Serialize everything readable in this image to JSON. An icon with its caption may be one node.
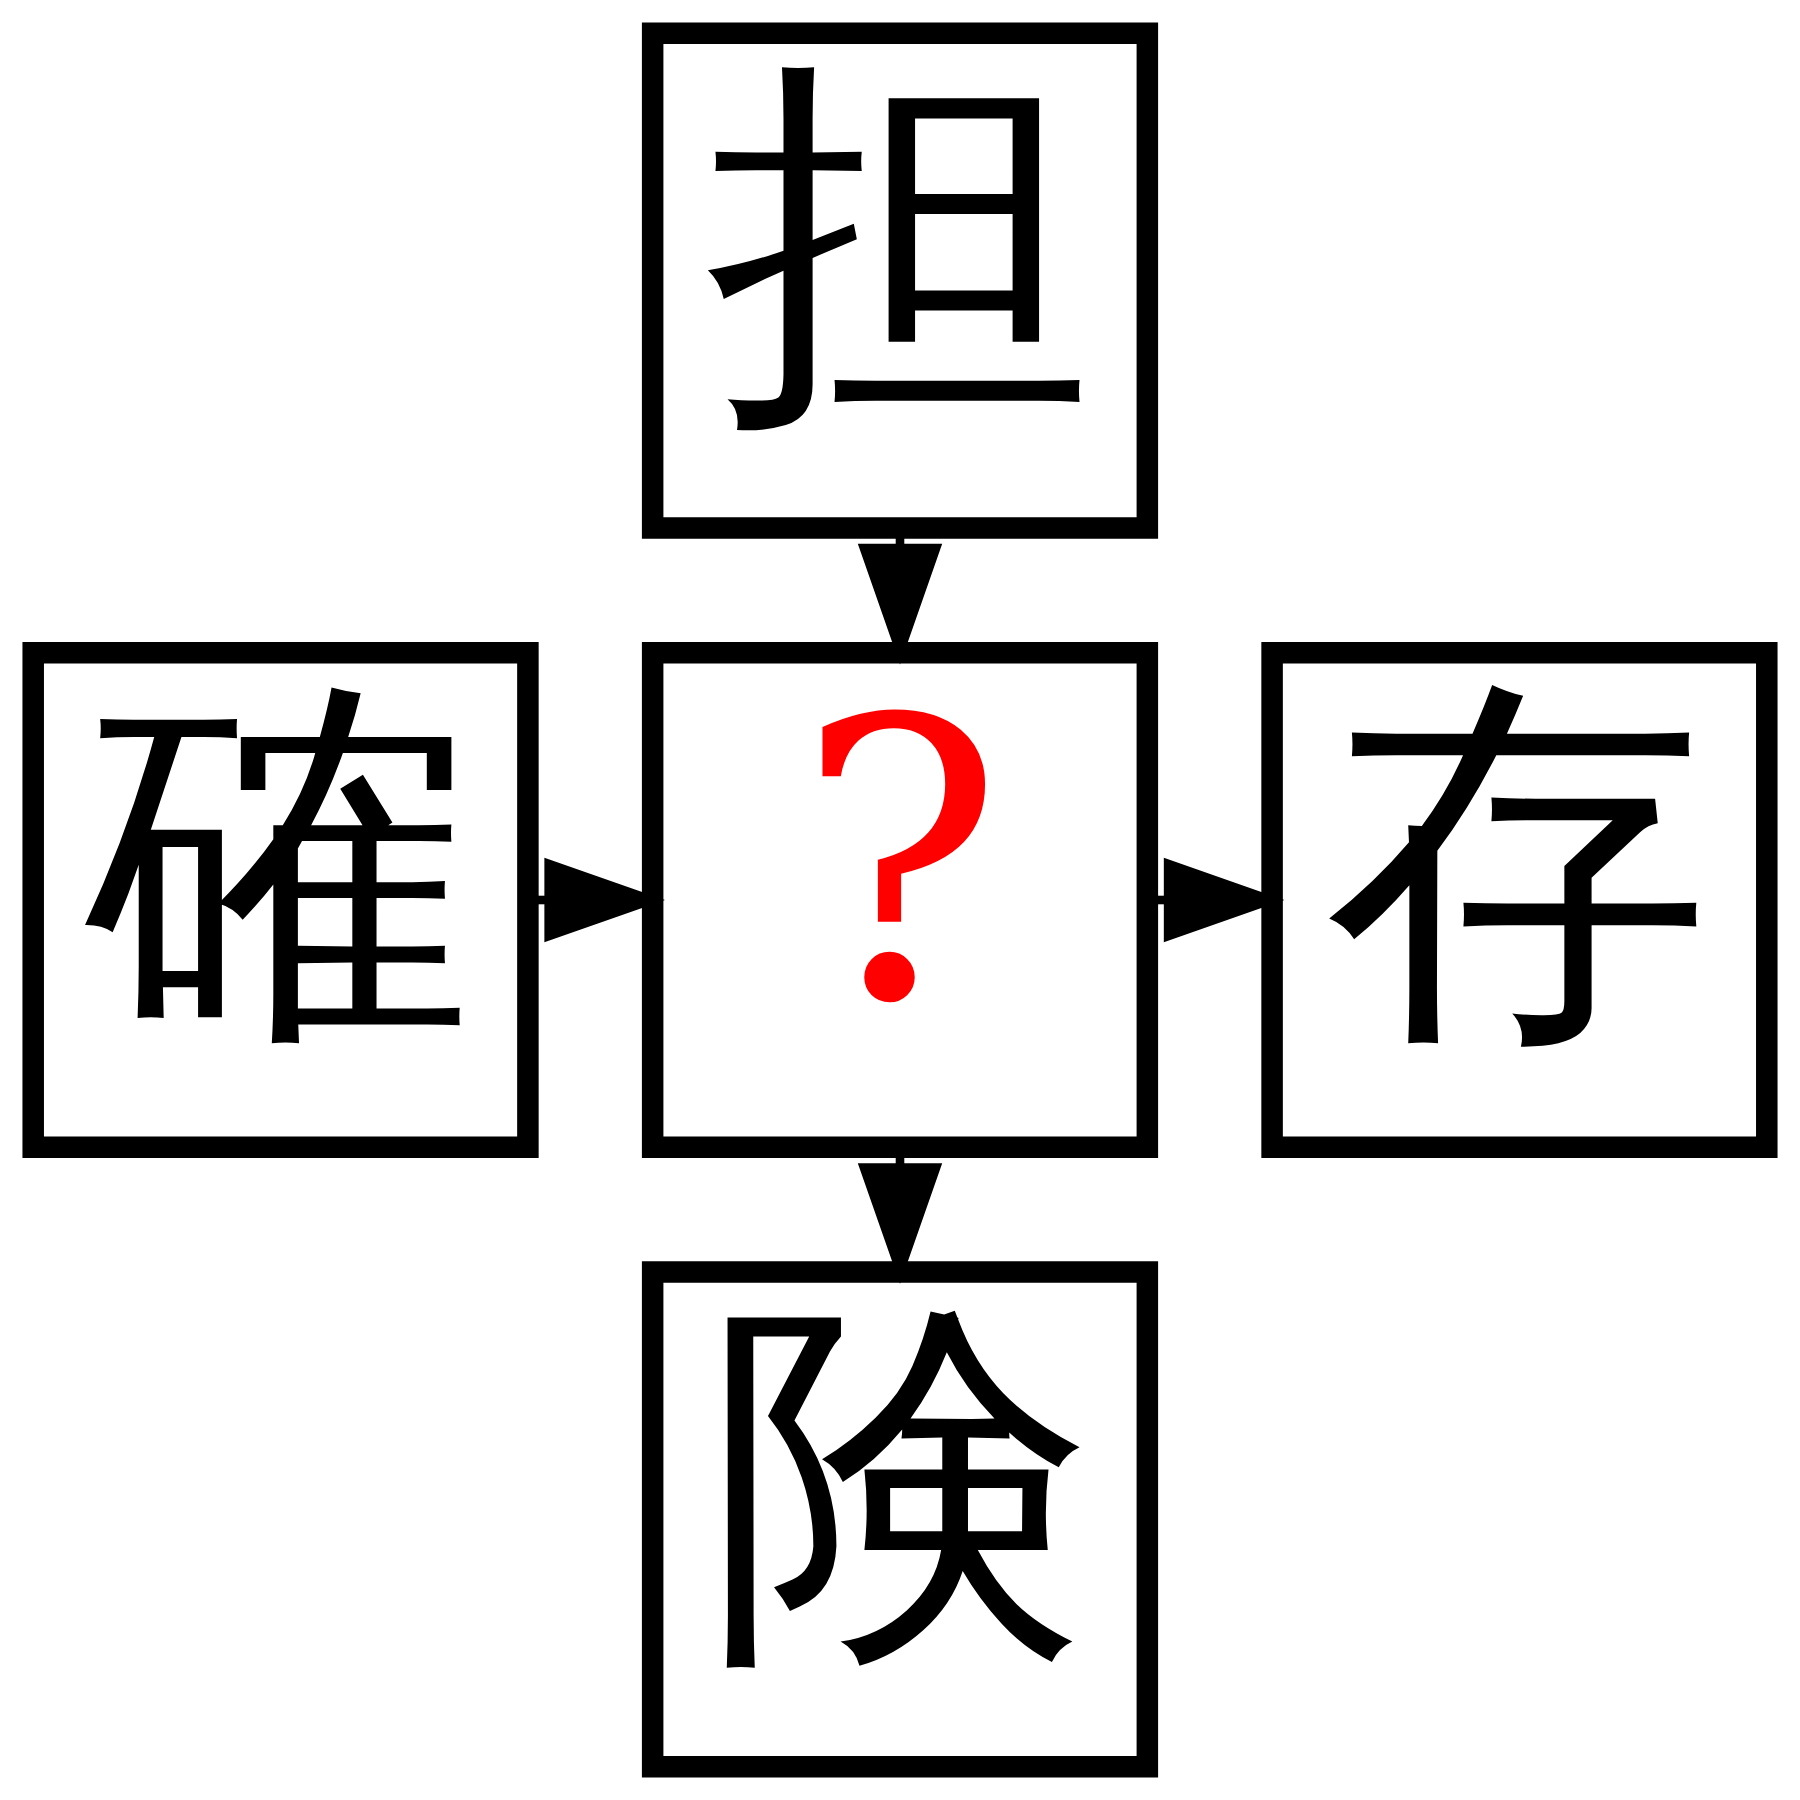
{
  "diagram": {
    "nodes": [
      {
        "text": [
          "担"
        ]
      },
      {
        "text": [
          "確"
        ]
      },
      {
        "text": [
          "?"
        ]
      },
      {
        "text": [
          "存"
        ]
      },
      {
        "text": [
          "険"
        ]
      }
    ],
    "edges": [
      {
        "from": 0,
        "to": 2,
        "arrow": "to"
      },
      {
        "from": 1,
        "to": 2,
        "arrow": "to"
      },
      {
        "from": 2,
        "to": 3,
        "arrow": "to"
      },
      {
        "from": 2,
        "to": 4,
        "arrow": "to"
      }
    ]
  }
}
